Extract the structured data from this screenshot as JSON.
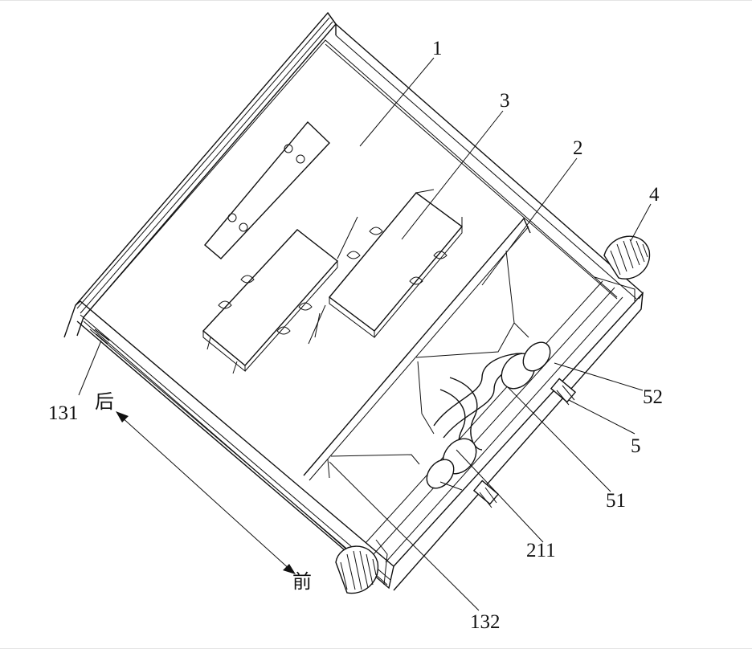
{
  "labels": {
    "l1": "1",
    "l2": "2",
    "l3": "3",
    "l4": "4",
    "l5": "5",
    "l51": "51",
    "l52": "52",
    "l131": "131",
    "l132": "132",
    "l211": "211"
  },
  "direction": {
    "back": "后",
    "front": "前"
  },
  "colors": {
    "line": "#111111",
    "background": "#ffffff"
  }
}
